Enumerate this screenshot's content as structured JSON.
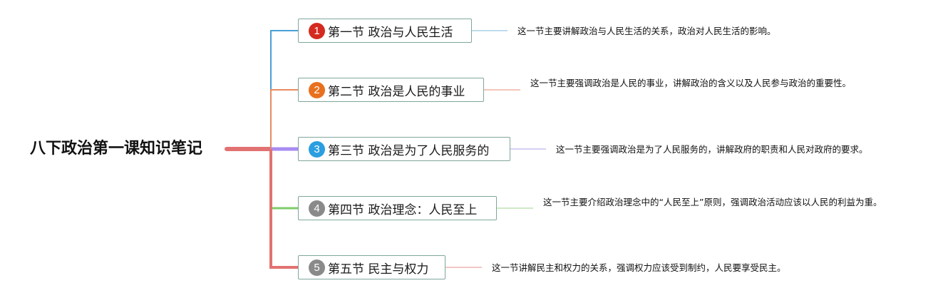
{
  "root": {
    "title": "八下政治第一课知识笔记"
  },
  "branches": [
    {
      "badge": "1",
      "color": "#d42a1f",
      "line_color": "#4a9fd8",
      "title": "第一节 政治与人民生活",
      "desc": "这一节主要讲解政治与人民生活的关系，政治对人民生活的影响。"
    },
    {
      "badge": "2",
      "color": "#e8701e",
      "line_color": "#e88a62",
      "title": "第二节 政治是人民的事业",
      "desc": "这一节主要强调政治是人民的事业，讲解政治的含义以及人民参与政治的重要性。"
    },
    {
      "badge": "3",
      "color": "#2a9ee0",
      "line_color": "#a88cf0",
      "title": "第三节 政治是为了人民服务的",
      "desc": "这一节主要强调政治是为了人民服务的，讲解政府的职责和人民对政府的要求。"
    },
    {
      "badge": "4",
      "color": "#8a8a8a",
      "line_color": "#7fcc6a",
      "title": "第四节 政治理念：人民至上",
      "desc": "这一节主要介绍政治理念中的“人民至上”原则，强调政治活动应该以人民的利益为重。"
    },
    {
      "badge": "5",
      "color": "#8a8a8a",
      "line_color": "#e27272",
      "title": "第五节 民主与权力",
      "desc": "这一节讲解民主和权力的关系，强调权力应该受到制约，人民要享受民主。"
    }
  ],
  "trunk_color": "#e27272"
}
